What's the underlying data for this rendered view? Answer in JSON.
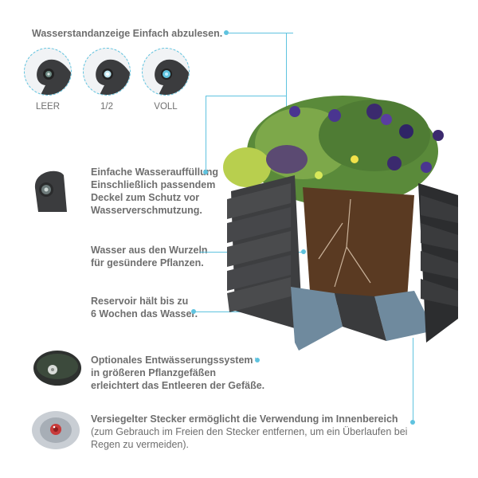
{
  "headline": "Wasserstandanzeige Einfach abzulesen.",
  "level_labels": [
    "LEER",
    "1/2",
    "VOLL"
  ],
  "features": {
    "refill_title": "Einfache Wasserauffüllung",
    "refill_desc_1": "Einschließlich passendem",
    "refill_desc_2": "Deckel zum Schutz vor",
    "refill_desc_3": "Wasserverschmutzung.",
    "roots_1": "Wasser aus den Wurzeln",
    "roots_2": "für gesündere Pflanzen.",
    "reservoir_1": "Reservoir hält bis zu",
    "reservoir_2": "6 Wochen das Wasser.",
    "drain_1": "Optionales Entwässerungssystem",
    "drain_2": "in größeren Pflanzgefäßen",
    "drain_3": "erleichtert das Entleeren der Gefäße.",
    "plug_title": "Versiegelter Stecker ermöglicht die Verwendung im Innenbereich",
    "plug_desc_1": "(zum Gebrauch im Freien den Stecker entfernen, um ein Überlaufen bei",
    "plug_desc_2": "Regen zu vermeiden)."
  },
  "colors": {
    "accent": "#5fc3df",
    "planter": "#3a3b3d",
    "reservoir": "#6f8a9e",
    "soil": "#5a3a22"
  },
  "icons": [
    "water-gauge-empty-icon",
    "water-gauge-half-icon",
    "water-gauge-full-icon",
    "refill-cap-icon",
    "drain-plug-icon",
    "sealed-stopper-icon"
  ]
}
